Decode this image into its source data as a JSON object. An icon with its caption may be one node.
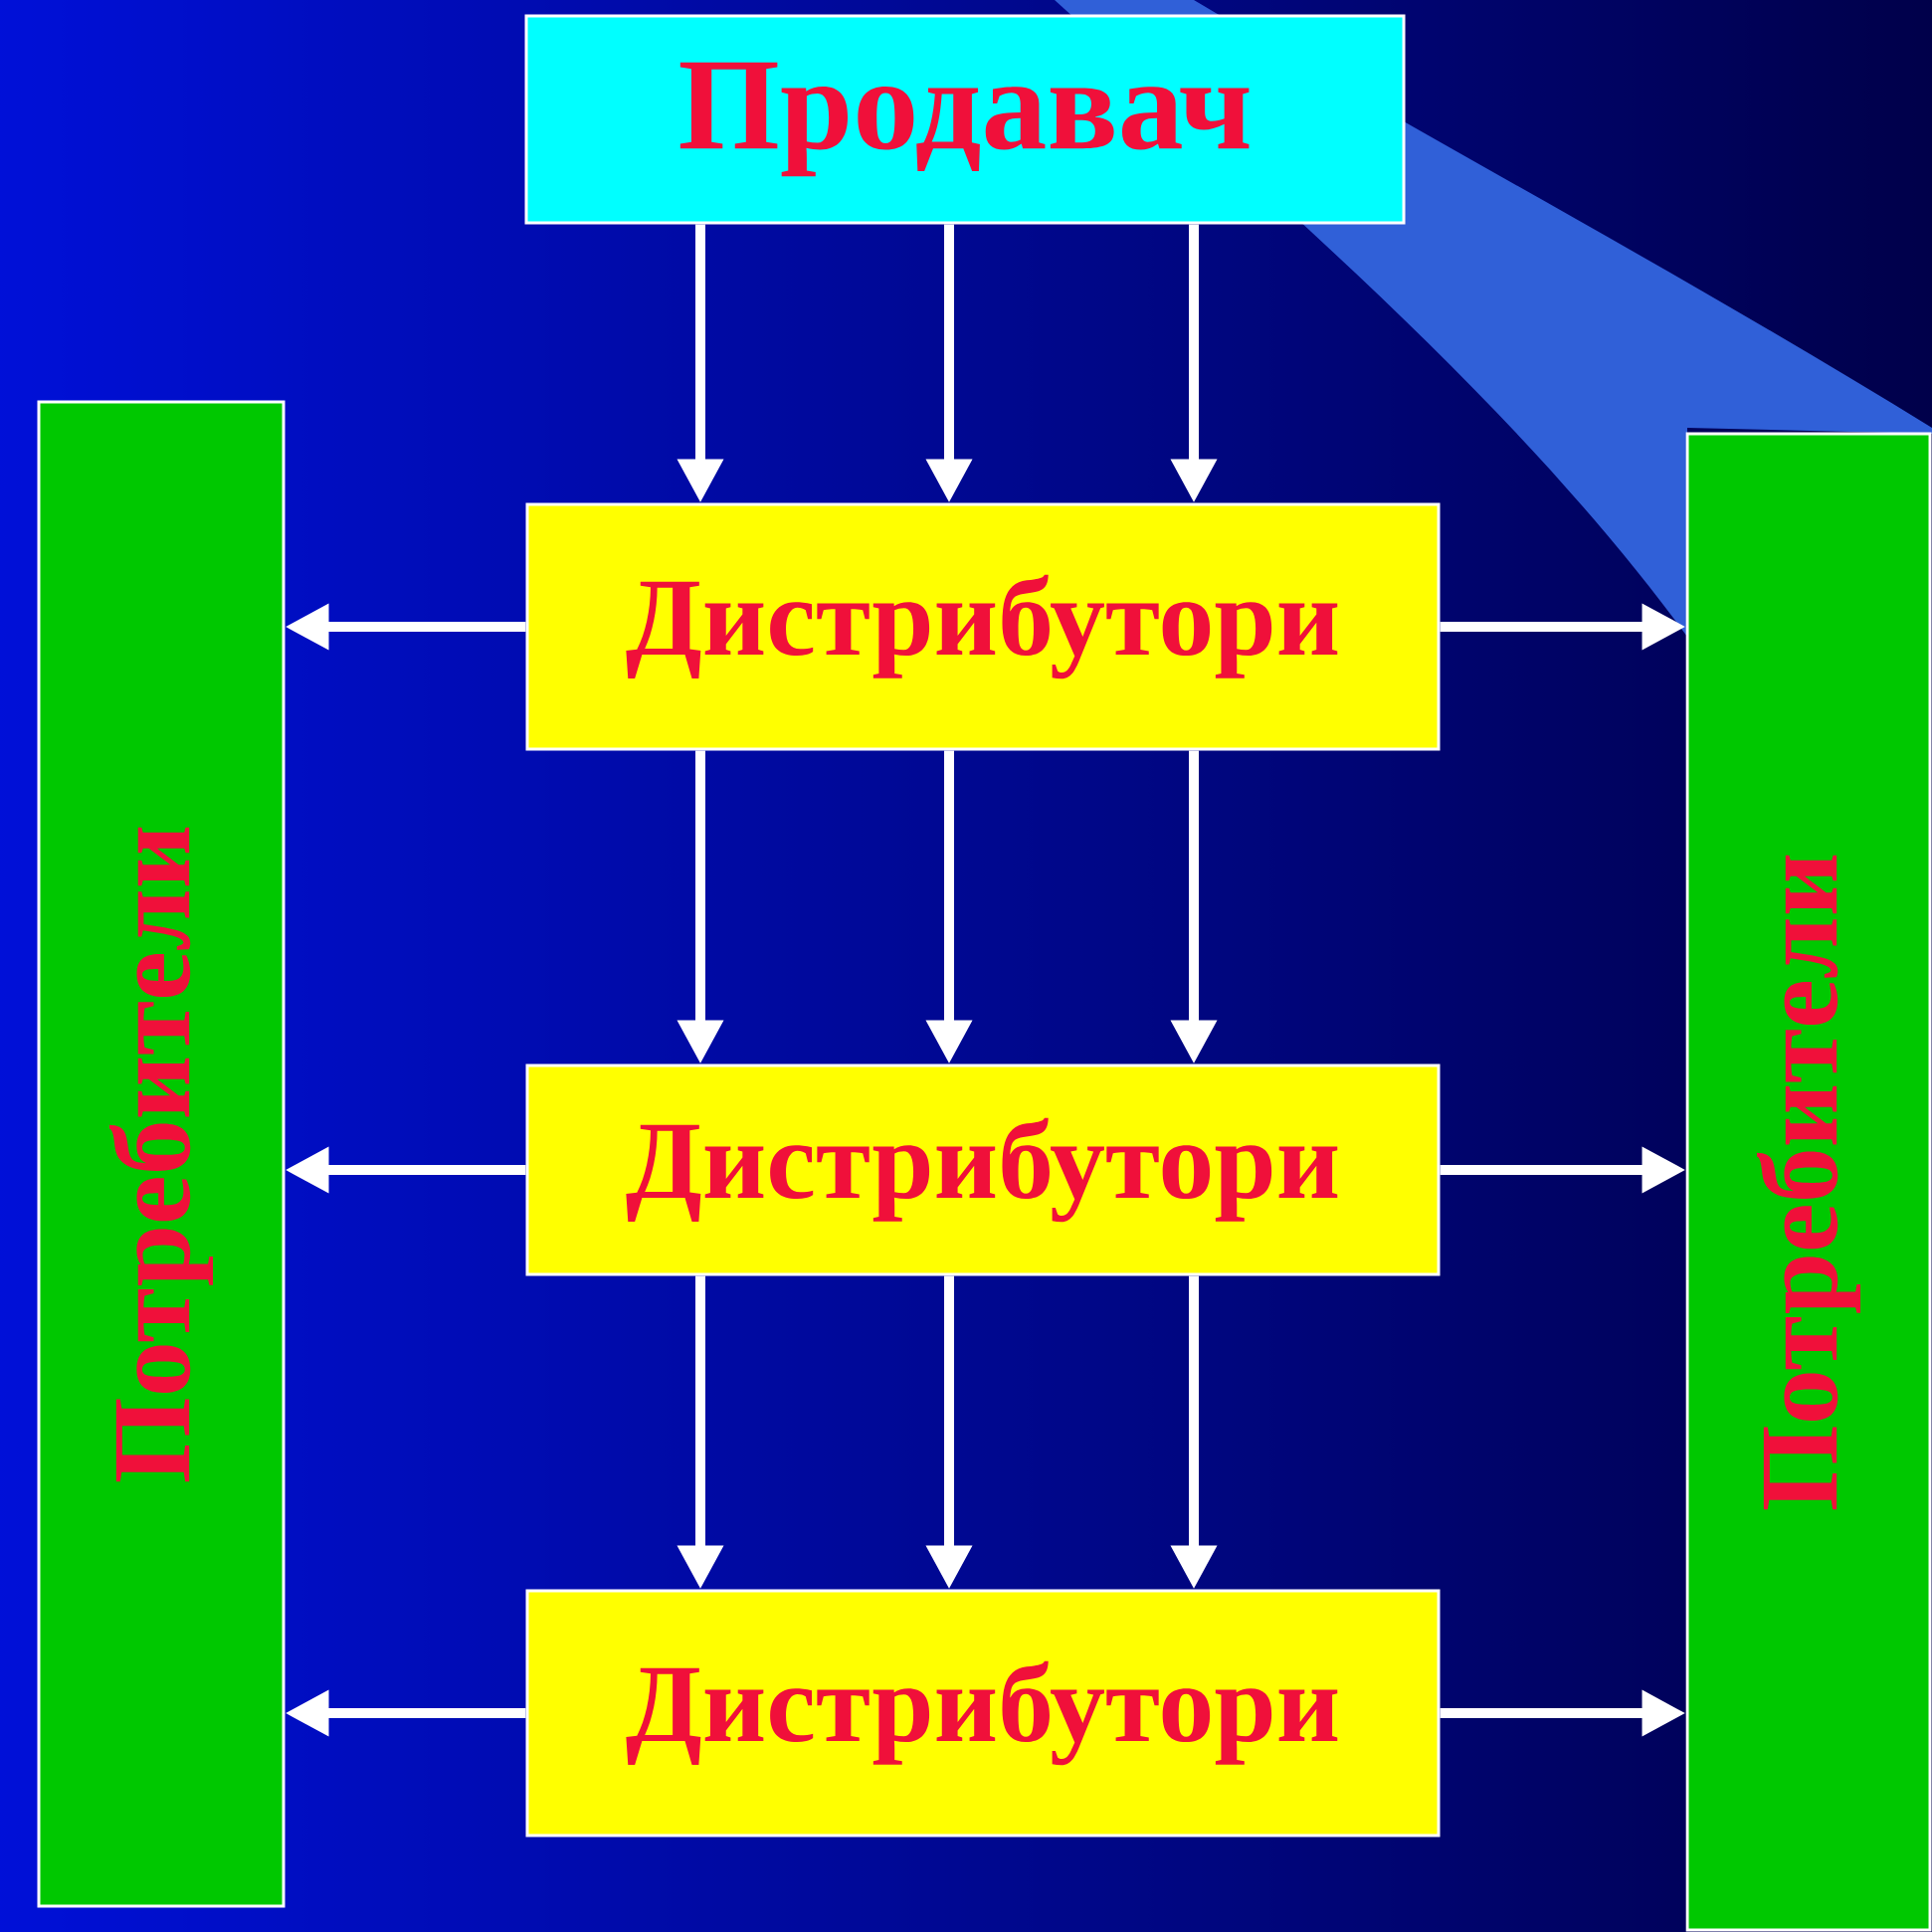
{
  "diagram": {
    "nodes": [
      {
        "text": [
          "Продавач"
        ]
      },
      {
        "text": [
          "Дистрибутори"
        ]
      },
      {
        "text": [
          "Дистрибутори"
        ]
      },
      {
        "text": [
          "Дистрибутори"
        ]
      },
      {
        "text": [
          "Потребители"
        ]
      },
      {
        "text": [
          "Потребители"
        ]
      }
    ],
    "edges": [
      {
        "from": 0,
        "to": 1,
        "arrow": "to"
      },
      {
        "from": 0,
        "to": 1,
        "arrow": "to"
      },
      {
        "from": 0,
        "to": 1,
        "arrow": "to"
      },
      {
        "from": 1,
        "to": 4,
        "arrow": "to"
      },
      {
        "from": 1,
        "to": 5,
        "arrow": "to"
      },
      {
        "from": 1,
        "to": 2,
        "arrow": "to"
      },
      {
        "from": 1,
        "to": 2,
        "arrow": "to"
      },
      {
        "from": 1,
        "to": 2,
        "arrow": "to"
      },
      {
        "from": 2,
        "to": 4,
        "arrow": "to"
      },
      {
        "from": 2,
        "to": 5,
        "arrow": "to"
      },
      {
        "from": 2,
        "to": 3,
        "arrow": "to"
      },
      {
        "from": 2,
        "to": 3,
        "arrow": "to"
      },
      {
        "from": 2,
        "to": 3,
        "arrow": "to"
      },
      {
        "from": 3,
        "to": 4,
        "arrow": "to"
      },
      {
        "from": 3,
        "to": 5,
        "arrow": "to"
      }
    ]
  }
}
